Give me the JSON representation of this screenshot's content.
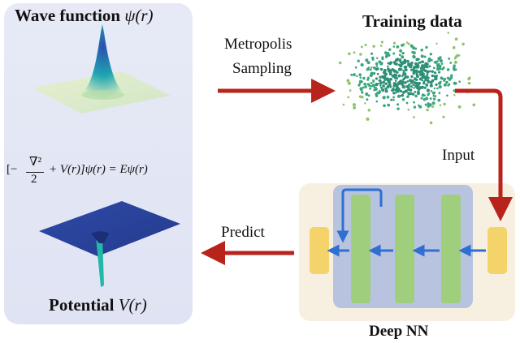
{
  "left_panel": {
    "wave_title": "Wave function",
    "wave_symbol": "ψ(r)",
    "equation": {
      "bracket_open": "[−",
      "numerator": "∇²",
      "denominator": "2",
      "rest": "+ V(r)]ψ(r) = Eψ(r)"
    },
    "potential_title": "Potential",
    "potential_symbol": "V(r)"
  },
  "arrows": {
    "sampling_label_1": "Metropolis",
    "sampling_label_2": "Sampling",
    "input_label": "Input",
    "predict_label": "Predict"
  },
  "training": {
    "title": "Training data"
  },
  "network": {
    "title": "Deep NN"
  },
  "colors": {
    "arrow_red": "#b8231c",
    "blue_arrow": "#2f6fd0",
    "green_layer": "#9fcf7c",
    "yellow_node": "#f5d36b",
    "scatter": "#2f9e7a"
  }
}
